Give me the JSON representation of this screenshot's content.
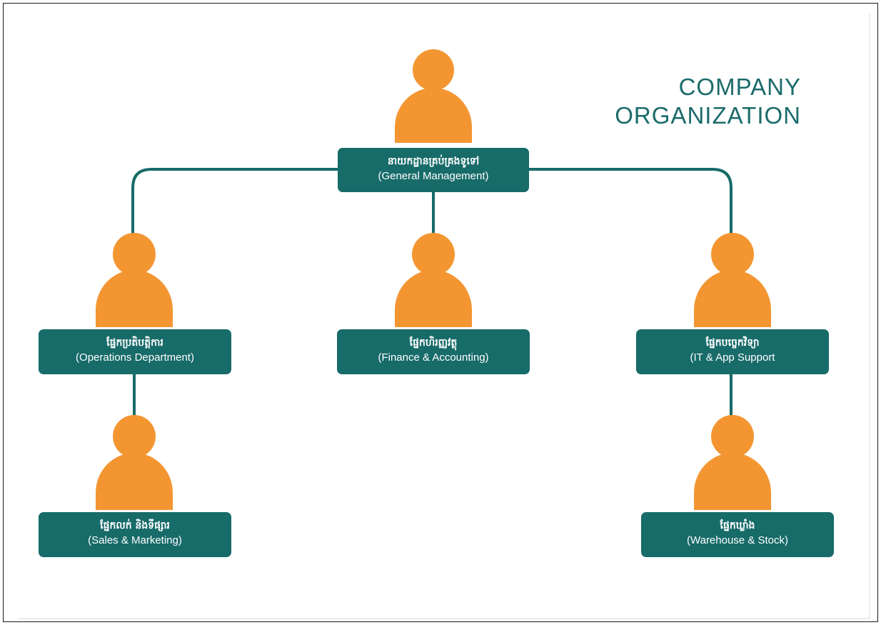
{
  "title": {
    "line1": "COMPANY",
    "line2": "ORGANIZATION"
  },
  "colors": {
    "accent": "#176b69",
    "person": "#f39632",
    "line": "#176b69",
    "title": "#1b6b6a"
  },
  "icons": {
    "person": "person-icon"
  },
  "nodes": {
    "general": {
      "kh": "នាយកដ្ឋានគ្រប់គ្រងទូទៅ",
      "en": "(General Management)"
    },
    "operations": {
      "kh": "ផ្នែកប្រតិបត្តិការ",
      "en": "(Operations Department)"
    },
    "finance": {
      "kh": "ផ្នែកហិរញ្ញវត្ថុ",
      "en": "(Finance & Accounting)"
    },
    "it": {
      "kh": "ផ្នែកបច្ចេកវិទ្យា",
      "en": "(IT & App Support"
    },
    "sales": {
      "kh": "ផ្នែកលក់ និងទីផ្សារ",
      "en": "(Sales & Marketing)"
    },
    "warehouse": {
      "kh": "ផ្នែកឃ្លាំង",
      "en": "(Warehouse & Stock)"
    }
  }
}
